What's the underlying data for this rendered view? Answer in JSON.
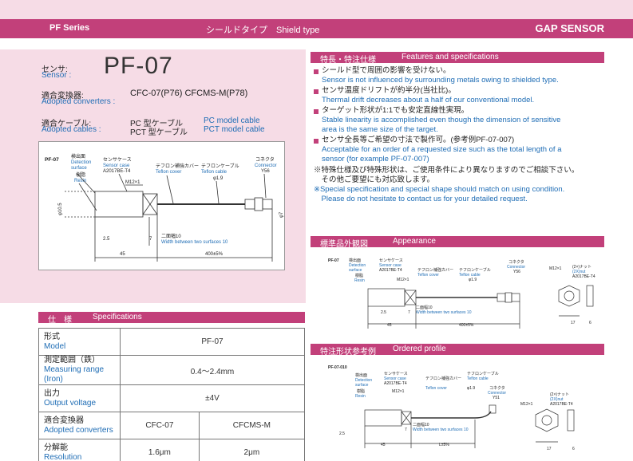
{
  "header": {
    "series": "PF Series",
    "shield": "シールドタイプ　Shield type",
    "gap": "GAP SENSOR"
  },
  "sensor": {
    "label_jp": "センサ:",
    "label_en": "Sensor :",
    "model": "PF-07",
    "conv_jp": "適合変換器:",
    "conv_en": "Adopted converters :",
    "conv_val": "CFC-07(P76)  CFCMS-M(P78)",
    "cable_jp": "適合ケーブル:",
    "cable_en": "Adopted cables :",
    "cable1_jp": "PC 型ケーブル",
    "cable1_en": "PC model cable",
    "cable2_jp": "PCT 型ケーブル",
    "cable2_en": "PCT model cable"
  },
  "drawing": {
    "model": "PF-07",
    "detect_jp": "検出面",
    "detect_en1": "Detection",
    "detect_en2": "surface",
    "resin_jp": "樹脂",
    "resin_en": "Resin",
    "case_jp": "センサケース",
    "case_en": "Sensor case",
    "case_code": "A2017BE-T4",
    "thread": "M12×1",
    "teflon_cover_jp": "テフロン補強カバー",
    "teflon_cover_en": "Teflon cover",
    "teflon_cable_jp": "テフロンケーブル",
    "teflon_cable_en": "Teflon cable",
    "cable_dia": "φ1.9",
    "connector_jp": "コネクタ",
    "connector_en": "Connector",
    "connector_code": "Y56",
    "dia": "φ10.5",
    "dia7": "φ7",
    "d25": "2.5",
    "d7": "7",
    "two_surface_jp": "二面幅10",
    "two_surface_en": "Width between two surfaces 10",
    "d45": "45",
    "d400": "400±5%"
  },
  "spec": {
    "title_jp": "仕　様",
    "title_en": "Specifications",
    "rows": [
      {
        "jp": "形式",
        "en": "Model",
        "val": "PF-07"
      },
      {
        "jp": "測定範囲（鉄）",
        "en": "Measuring range (Iron)",
        "val": "0.4～2.4mm"
      },
      {
        "jp": "出力",
        "en": "Output voltage",
        "val": "±4V"
      },
      {
        "jp": "適合変換器",
        "en": "Adopted converters",
        "val1": "CFC-07",
        "val2": "CFCMS-M"
      },
      {
        "jp": "分解能",
        "en": "Resolution",
        "val1": "1.6μm",
        "val2": "2μm"
      }
    ]
  },
  "features": {
    "title_jp": "特長・特注仕様",
    "title_en": "Features and specifications",
    "items": [
      {
        "jp": "シールド型で周囲の影響を受けない。",
        "en": [
          "Sensor is not influenced by surrounding metals owing to shielded type."
        ]
      },
      {
        "jp": "センサ温度ドリフトが約半分(当社比)。",
        "en": [
          "Thermal drift decreases about a half of our conventional model."
        ]
      },
      {
        "jp": "ターゲット形状が1:1でも安定直線性実現。",
        "en": [
          "Stable linearity is accomplished even though the dimension of sensitive",
          "area is the same size of the target."
        ]
      },
      {
        "jp": "センサ全長等ご希望の寸法で製作可。(参考例PF-07-007)",
        "en": [
          "Acceptable for an order of a requested size such as the total length of a",
          "sensor  (for example PF-07-007)"
        ]
      }
    ],
    "note_jp1": "※特殊仕様及び特殊形状は、ご使用条件により異なりますのでご相談下さい。",
    "note_jp2": "　その他ご要望にも対応致します。",
    "note_en1": "※Special specification and special shape should match on using condition.",
    "note_en2": "　Please do not hesitate to contact us for your detailed request."
  },
  "appearance": {
    "title_jp": "標準品外観図",
    "title_en": "Appearance",
    "model": "PF-07",
    "nut_jp": "(2×)ナット",
    "nut_en": "(2X)nut",
    "nut_code": "A2017BE-T4",
    "d17": "17",
    "d6": "6"
  },
  "ordered": {
    "title_jp": "特注形状参考例",
    "title_en": "Ordered profile",
    "model": "PF-07-010",
    "connector_code": "Y51",
    "len": "L±5%"
  }
}
